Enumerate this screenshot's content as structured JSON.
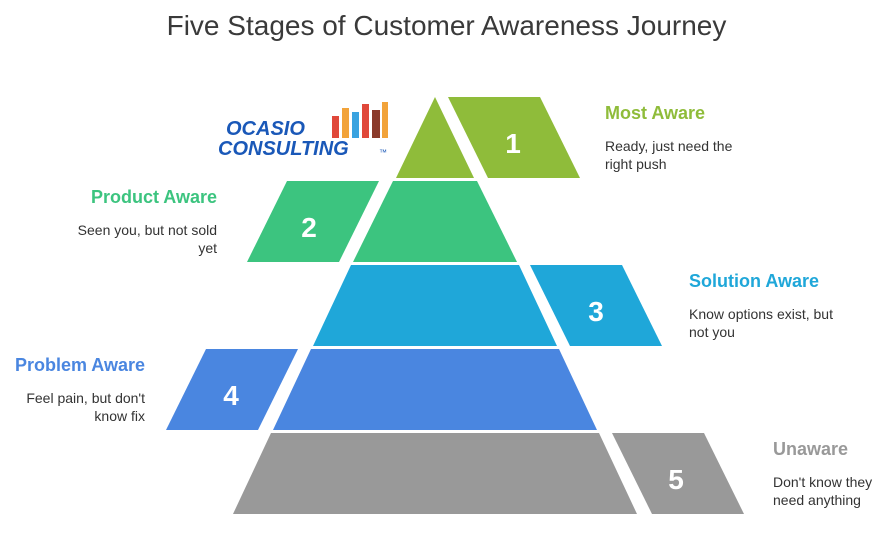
{
  "title": "Five Stages of Customer Awareness Journey",
  "logo": {
    "line1": "OCASIO",
    "line2": "CONSULTING",
    "tm": "™"
  },
  "stages": [
    {
      "number": "1",
      "name": "Most Aware",
      "description": "Ready, just need the right push",
      "color": "#8fbc3a"
    },
    {
      "number": "2",
      "name": "Product Aware",
      "description": "Seen you, but not sold yet",
      "color": "#3cc47f"
    },
    {
      "number": "3",
      "name": "Solution Aware",
      "description": "Know options exist, but not you",
      "color": "#1fa7d9"
    },
    {
      "number": "4",
      "name": "Problem Aware",
      "description": "Feel pain, but don't know fix",
      "color": "#4a86e0"
    },
    {
      "number": "5",
      "name": "Unaware",
      "description": "Don't know they need anything",
      "color": "#999999"
    }
  ]
}
